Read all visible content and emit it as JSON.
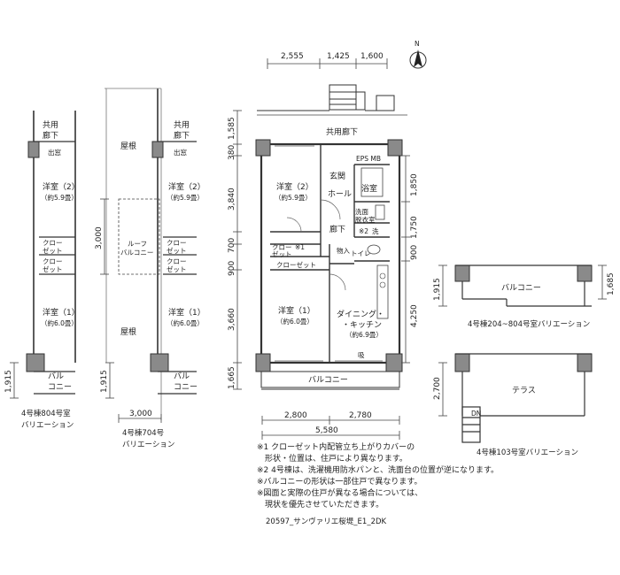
{
  "north": "N",
  "top_dims": [
    "2,555",
    "1,425",
    "1,600"
  ],
  "main": {
    "left_dims": [
      "1,585",
      "380",
      "3,840",
      "700",
      "900",
      "3,660",
      "1,665"
    ],
    "right_dims": [
      "1,850",
      "1,750",
      "900",
      "4,250"
    ],
    "bottom_dims": [
      "2,800",
      "2,780"
    ],
    "bottom_total": "5,580",
    "rooms": {
      "corridor": "共用廊下",
      "eps": "EPS MB",
      "western2": "洋室（2）",
      "western2_area": "（約5.9畳）",
      "entrance": "玄関",
      "hall": "ホール",
      "bath": "浴室",
      "washroom_1": "洗面",
      "washroom_2": "脱衣室",
      "note2_mark": "※2",
      "wash": "洗",
      "hallway": "廊下",
      "closet1": "クロー",
      "closet1b": "ゼット",
      "note1_mark": "※1",
      "storage": "物入",
      "toilet": "トイレ",
      "closet2": "クローゼット",
      "western1": "洋室（1）",
      "western1_area": "（約6.0畳）",
      "dining": "ダイニング・",
      "kitchen": "・キッチン",
      "dk_area": "（約6.9畳）",
      "balcony": "バルコニー",
      "intake": "吸"
    }
  },
  "var804": {
    "corridor_1": "共用",
    "corridor_2": "廊下",
    "exit": "出窓",
    "western2": "洋室（2）",
    "western2_area": "（約5.9畳）",
    "closet_a1": "クロー",
    "closet_a2": "ゼット",
    "closet_b1": "クロー",
    "closet_b2": "ゼット",
    "western1": "洋室（1）",
    "western1_area": "（約6.0畳）",
    "balcony_1": "バル",
    "balcony_2": "コニー",
    "dim_bottom": "1,915",
    "caption_1": "4号棟804号室",
    "caption_2": "バリエーション"
  },
  "var704": {
    "roof_top": "屋根",
    "roof_bottom": "屋根",
    "corridor_1": "共用",
    "corridor_2": "廊下",
    "exit": "出窓",
    "western2": "洋室（2）",
    "western2_area": "（約5.9畳）",
    "roof_balcony_1": "ルーフ",
    "roof_balcony_2": "バルコニー",
    "closet_a1": "クロー",
    "closet_a2": "ゼット",
    "closet_b1": "クロー",
    "closet_b2": "ゼット",
    "western1": "洋室（1）",
    "western1_area": "（約6.0畳）",
    "balcony_1": "バル",
    "balcony_2": "コニー",
    "dim_mid": "3,000",
    "dim_bottom": "1,915",
    "dim_width": "3,000",
    "caption_1": "4号棟704号",
    "caption_2": "バリエーション"
  },
  "var204": {
    "balcony": "バルコニー",
    "dim_left": "1,915",
    "dim_right": "1,685",
    "caption": "4号棟204~804号室バリエーション"
  },
  "var103": {
    "terrace": "テラス",
    "dim_left": "2,700",
    "dn": "DN",
    "caption": "4号棟103号室バリエーション"
  },
  "notes": [
    "※1 クローゼット内配管立ち上がりカバーの",
    "　形状・位置は、住戸により異なります。",
    "※2 4号棟は、洗濯機用防水パンと、洗面台の位置が逆になります。",
    "※バルコニーの形状は一部住戸で異なります。",
    "※図面と実際の住戸が異なる場合については、",
    "　現状を優先させていただきます。"
  ],
  "code": "20597_サンヴァリエ桜堤_E1_2DK"
}
